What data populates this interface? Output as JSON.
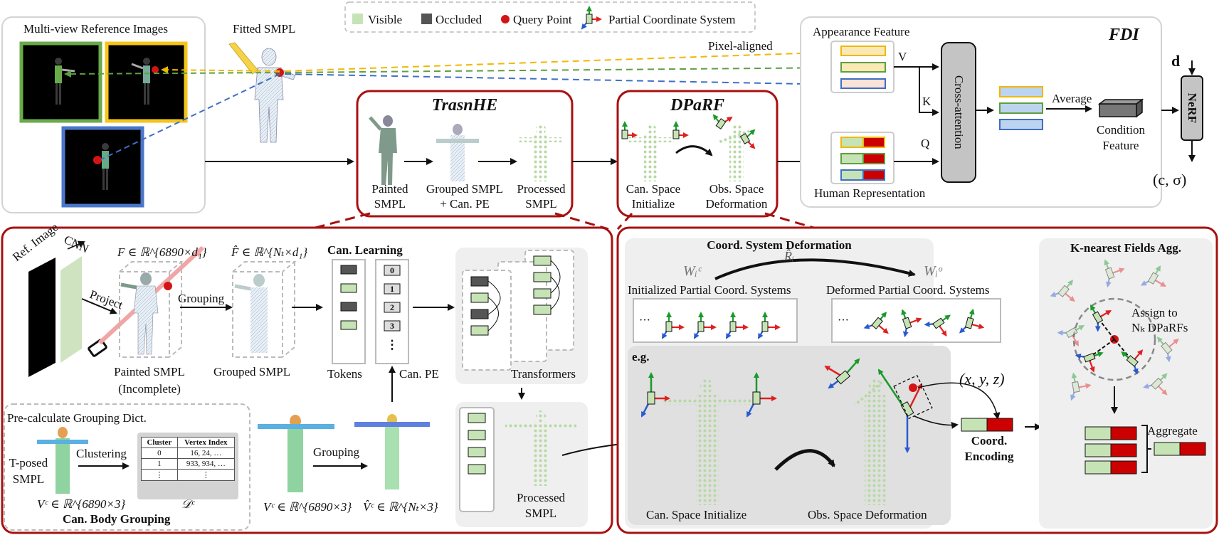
{
  "legend": {
    "visible": "Visible",
    "occluded": "Occluded",
    "query_point": "Query Point",
    "partial_coordinate_system": "Partial Coordinate System"
  },
  "top": {
    "multiview_title": "Multi-view Reference Images",
    "fitted_smpl": "Fitted SMPL",
    "pixel_aligned": "Pixel-aligned",
    "trashe_title": "TrasnHE",
    "painted_smpl_l1": "Painted",
    "painted_smpl_l2": "SMPL",
    "grouped_smpl_l1": "Grouped SMPL",
    "grouped_smpl_l2": "+ Can. PE",
    "processed_smpl_l1": "Processed",
    "processed_smpl_l2": "SMPL",
    "dparf_title": "DPaRF",
    "can_space_l1": "Can. Space",
    "can_space_l2": "Initialize",
    "obs_space_l1": "Obs. Space",
    "obs_space_l2": "Deformation",
    "fdi_title": "FDI",
    "appearance_feature": "Appearance Feature",
    "human_representation": "Human Representation",
    "v": "V",
    "k": "K",
    "q": "Q",
    "cross_attention": "Cross-attention",
    "average": "Average",
    "condition_feature_l1": "Condition",
    "condition_feature_l2": "Feature",
    "nerf": "NeRF",
    "d": "d",
    "output": "(c, σ)"
  },
  "left_panel": {
    "ref_image": "Ref. Image",
    "cnn": "CNN",
    "project": "Project",
    "f_formula": "F ∈ ℝ^{6890×d₁}",
    "f_hat_formula": "F̂ ∈ ℝ^{Nₜ×d₁}",
    "grouping": "Grouping",
    "can_learning": "Can. Learning",
    "pe_values": [
      "0",
      "1",
      "2",
      "3",
      "⋮"
    ],
    "tokens": "Tokens",
    "can_pe": "Can. PE",
    "transformers": "Transformers",
    "painted_smpl_l1": "Painted SMPL",
    "painted_smpl_l2": "(Incomplete)",
    "grouped_smpl": "Grouped SMPL",
    "precalc": "Pre-calculate Grouping Dict.",
    "t_posed_l1": "T-posed",
    "t_posed_l2": "SMPL",
    "clustering": "Clustering",
    "table_headers": [
      "Cluster",
      "Vertex Index"
    ],
    "table_rows": [
      [
        "0",
        "16, 24, …"
      ],
      [
        "1",
        "933, 934, …"
      ],
      [
        "⋮",
        "⋮"
      ]
    ],
    "vc_formula": "Vᶜ ∈ ℝ^{6890×3}",
    "dc_formula": "𝒟ᶜ",
    "can_body_grouping": "Can. Body Grouping",
    "vc_formula2": "Vᶜ ∈ ℝ^{6890×3}",
    "grouping2": "Grouping",
    "vc_hat_formula": "V̂ᶜ ∈ ℝ^{Nₜ×3}",
    "processed_l1": "Processed",
    "processed_l2": "SMPL"
  },
  "right_panel": {
    "coord_deform_title": "Coord. System Deformation",
    "wic": "Wᵢᶜ",
    "ri_hat": "R̂ᵢ",
    "wio": "Wᵢᵒ",
    "init_partial": "Initialized Partial Coord. Systems",
    "deformed_partial": "Deformed Partial Coord. Systems",
    "eg": "e.g.",
    "xyz": "(x, y, z)",
    "coord_encoding_l1": "Coord.",
    "coord_encoding_l2": "Encoding",
    "can_space_init": "Can.  Space Initialize",
    "obs_space_deform": "Obs.  Space Deformation",
    "knn_title": "K-nearest Fields Agg.",
    "assign_l1": "Assign to",
    "assign_l2": "Nₖ DPaRFs",
    "aggregate": "Aggregate"
  },
  "colors": {
    "red_frame": "#a81010",
    "visible": "#c6e3b5",
    "occluded": "#555555",
    "yellow": "#f5c518",
    "green": "#6aaa4a",
    "blue": "#4a77c9",
    "dark_red": "#b80c0c"
  }
}
